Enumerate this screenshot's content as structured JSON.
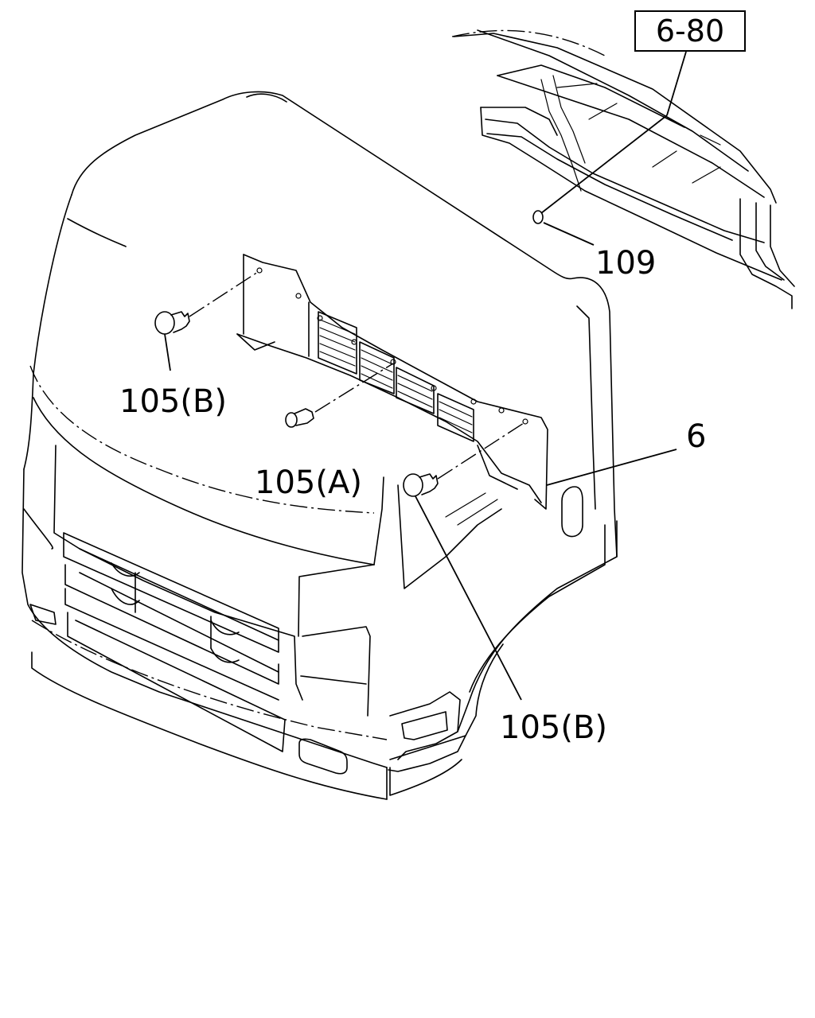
{
  "callouts": {
    "ref_box": "6-80",
    "part_109": "109",
    "part_105b_top": "105(B)",
    "part_105a": "105(A)",
    "part_6": "6",
    "part_105b_bottom": "105(B)"
  }
}
